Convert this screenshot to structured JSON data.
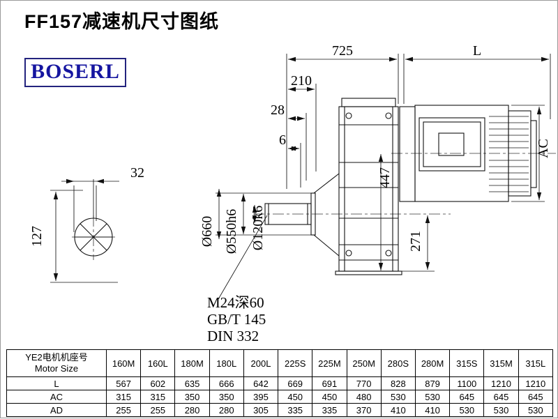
{
  "page": {
    "title": "FF157减速机尺寸图纸",
    "brand": "BOSERL"
  },
  "drawing": {
    "dims": {
      "d725": "725",
      "dL": "L",
      "d210": "210",
      "d28": "28",
      "d6": "6",
      "d32": "32",
      "d127": "127",
      "d447": "447",
      "d271": "271",
      "dAC": "AC",
      "dia660": "Ø660",
      "dia550": "Ø550h6",
      "dia120": "Ø120k6"
    },
    "notes": {
      "tap": "M24深60",
      "std1": "GB/T 145",
      "std2": "DIN 332"
    }
  },
  "table": {
    "row_header_cn": "YE2电机机座号",
    "row_header_en": "Motor Size",
    "columns": [
      "160M",
      "160L",
      "180M",
      "180L",
      "200L",
      "225S",
      "225M",
      "250M",
      "280S",
      "280M",
      "315S",
      "315M",
      "315L"
    ],
    "rows": [
      {
        "label": "L",
        "values": [
          567,
          602,
          635,
          666,
          642,
          669,
          691,
          770,
          828,
          879,
          1100,
          1210,
          1210
        ]
      },
      {
        "label": "AC",
        "values": [
          315,
          315,
          350,
          350,
          395,
          450,
          450,
          480,
          530,
          530,
          645,
          645,
          645
        ]
      },
      {
        "label": "AD",
        "values": [
          255,
          255,
          280,
          280,
          305,
          335,
          335,
          370,
          410,
          410,
          530,
          530,
          530
        ]
      }
    ]
  }
}
